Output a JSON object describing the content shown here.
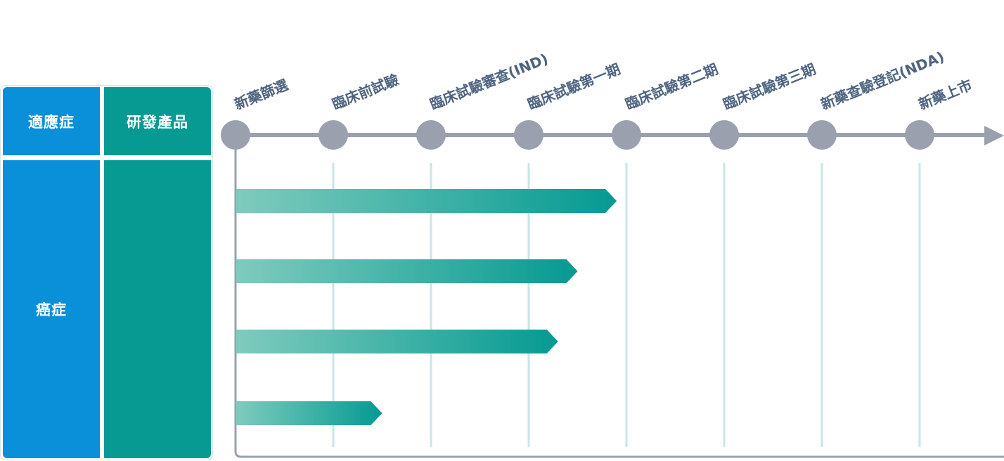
{
  "table": {
    "header_indication": "適應症",
    "header_product": "研發產品",
    "indication": "癌症",
    "product": ""
  },
  "colors": {
    "blue": "#0a8fd9",
    "teal": "#079a93",
    "axis": "#9aa0ae",
    "label": "#4d6380",
    "gridline": "#c9e6e6",
    "bar_start": "#7fcbbd",
    "bar_end": "#059a92"
  },
  "chart_data": {
    "type": "bar",
    "orientation": "horizontal",
    "stages": [
      "新藥篩選",
      "臨床前試驗",
      "臨床試驗審查(IND)",
      "臨床試驗第一期",
      "臨床試驗第二期",
      "臨床試驗第三期",
      "新藥查驗登記(NDA)",
      "新藥上市"
    ],
    "bars": [
      {
        "progress_stage": 3.9
      },
      {
        "progress_stage": 3.5
      },
      {
        "progress_stage": 3.3
      },
      {
        "progress_stage": 1.5
      }
    ]
  }
}
